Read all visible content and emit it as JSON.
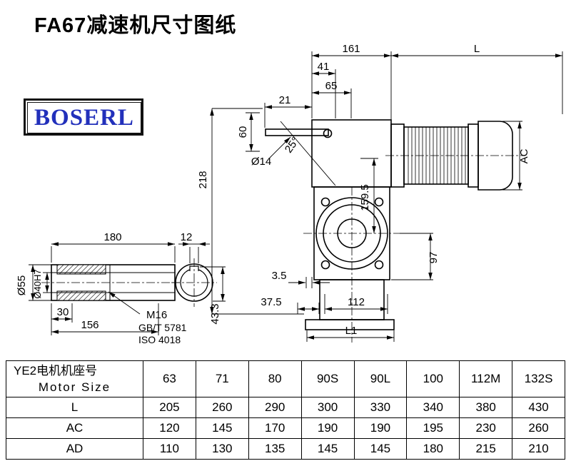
{
  "title": "FA67减速机尺寸图纸",
  "logo": "BOSERL",
  "drawing": {
    "main": {
      "d161": "161",
      "dL": "L",
      "d41": "41",
      "d65": "65",
      "d21": "21",
      "d60": "60",
      "d14": "Ø14",
      "d218": "218",
      "d25": "25°",
      "d159_5": "159.5",
      "dAC": "AC",
      "d97": "97",
      "d3_5": "3.5",
      "d37_5": "37.5",
      "d112": "112",
      "dL1": "L1"
    },
    "detail": {
      "d180": "180",
      "d12": "12",
      "d55": "Ø55",
      "d40": "Ø40H7",
      "d30": "30",
      "d156": "156",
      "d43_3": "43.3",
      "m16": "M16",
      "gbt": "GB/T 5781",
      "iso": "ISO 4018"
    }
  },
  "table": {
    "header_line1": "YE2电机机座号",
    "header_line2": "Motor Size",
    "sizes": [
      "63",
      "71",
      "80",
      "90S",
      "90L",
      "100",
      "112M",
      "132S"
    ],
    "rows": [
      {
        "label": "L",
        "values": [
          "205",
          "260",
          "290",
          "300",
          "330",
          "340",
          "380",
          "430"
        ]
      },
      {
        "label": "AC",
        "values": [
          "120",
          "145",
          "170",
          "190",
          "190",
          "195",
          "230",
          "260"
        ]
      },
      {
        "label": "AD",
        "values": [
          "110",
          "130",
          "135",
          "145",
          "145",
          "180",
          "215",
          "210"
        ]
      }
    ]
  }
}
